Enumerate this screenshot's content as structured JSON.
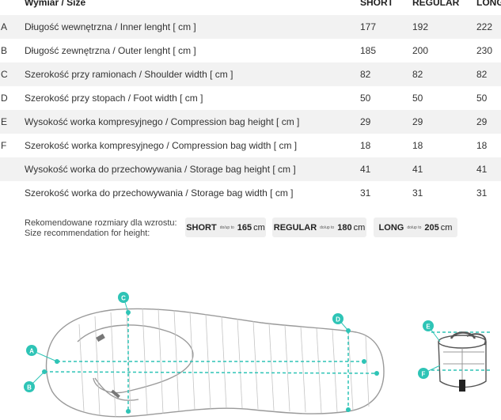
{
  "table": {
    "headers": {
      "size": "Wymiar / Size",
      "short": "SHORT",
      "regular": "REGULAR",
      "long": "LONG"
    },
    "rows": [
      {
        "letter": "A",
        "label": "Długość wewnętrzna / Inner lenght [ cm ]",
        "short": "177",
        "regular": "192",
        "long": "222"
      },
      {
        "letter": "B",
        "label": "Długość zewnętrzna / Outer lenght [ cm ]",
        "short": "185",
        "regular": "200",
        "long": "230"
      },
      {
        "letter": "C",
        "label": "Szerokość przy ramionach / Shoulder width [ cm ]",
        "short": "82",
        "regular": "82",
        "long": "82"
      },
      {
        "letter": "D",
        "label": "Szerokość przy stopach / Foot width [ cm ]",
        "short": "50",
        "regular": "50",
        "long": "50"
      },
      {
        "letter": "E",
        "label": "Wysokość worka kompresyjnego / Compression bag height [ cm ]",
        "short": "29",
        "regular": "29",
        "long": "29"
      },
      {
        "letter": "F",
        "label": "Szerokość worka kompresyjnego / Compression bag width [ cm ]",
        "short": "18",
        "regular": "18",
        "long": "18"
      },
      {
        "letter": "",
        "label": "Wysokość worka do przechowywania / Storage bag height [ cm ]",
        "short": "41",
        "regular": "41",
        "long": "41"
      },
      {
        "letter": "",
        "label": "Szerokość worka do przechowywania / Storage bag width [ cm ]",
        "short": "31",
        "regular": "31",
        "long": "31"
      }
    ]
  },
  "recommendation": {
    "line1": "Rekomendowane rozmiary dla wzrostu:",
    "line2": "Size recommendation for height:",
    "prefix": "do/up to",
    "unit": "cm",
    "pills": [
      {
        "name": "SHORT",
        "height": "165"
      },
      {
        "name": "REGULAR",
        "height": "180"
      },
      {
        "name": "LONG",
        "height": "205"
      }
    ]
  },
  "diagram": {
    "markers": [
      "A",
      "B",
      "C",
      "D",
      "E",
      "F"
    ],
    "accent_color": "#2ec4b6"
  }
}
